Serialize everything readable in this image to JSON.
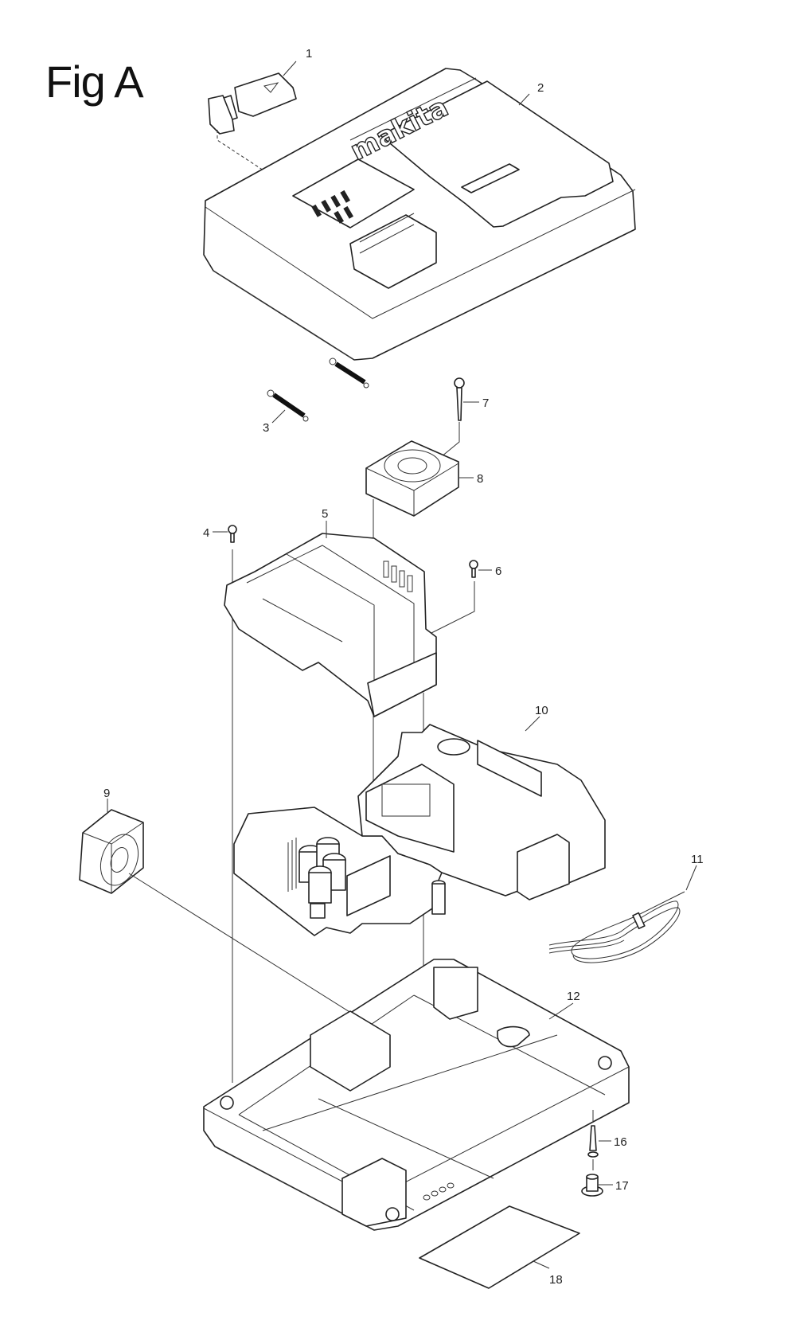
{
  "figure": {
    "title": "Fig A",
    "brand_mark": "makita"
  },
  "callouts": [
    {
      "number": "1",
      "part": "battery release button"
    },
    {
      "number": "2",
      "part": "top housing"
    },
    {
      "number": "3",
      "part": "tension spring"
    },
    {
      "number": "4",
      "part": "tapping screw"
    },
    {
      "number": "5",
      "part": "inner frame"
    },
    {
      "number": "6",
      "part": "tapping screw"
    },
    {
      "number": "7",
      "part": "tapping screw"
    },
    {
      "number": "8",
      "part": "cooling fan"
    },
    {
      "number": "9",
      "part": "cooling fan"
    },
    {
      "number": "10",
      "part": "circuit board assembly"
    },
    {
      "number": "11",
      "part": "lead wire bundle"
    },
    {
      "number": "12",
      "part": "bottom housing"
    },
    {
      "number": "16",
      "part": "tapping screw"
    },
    {
      "number": "17",
      "part": "rubber foot"
    },
    {
      "number": "18",
      "part": "name plate"
    }
  ]
}
